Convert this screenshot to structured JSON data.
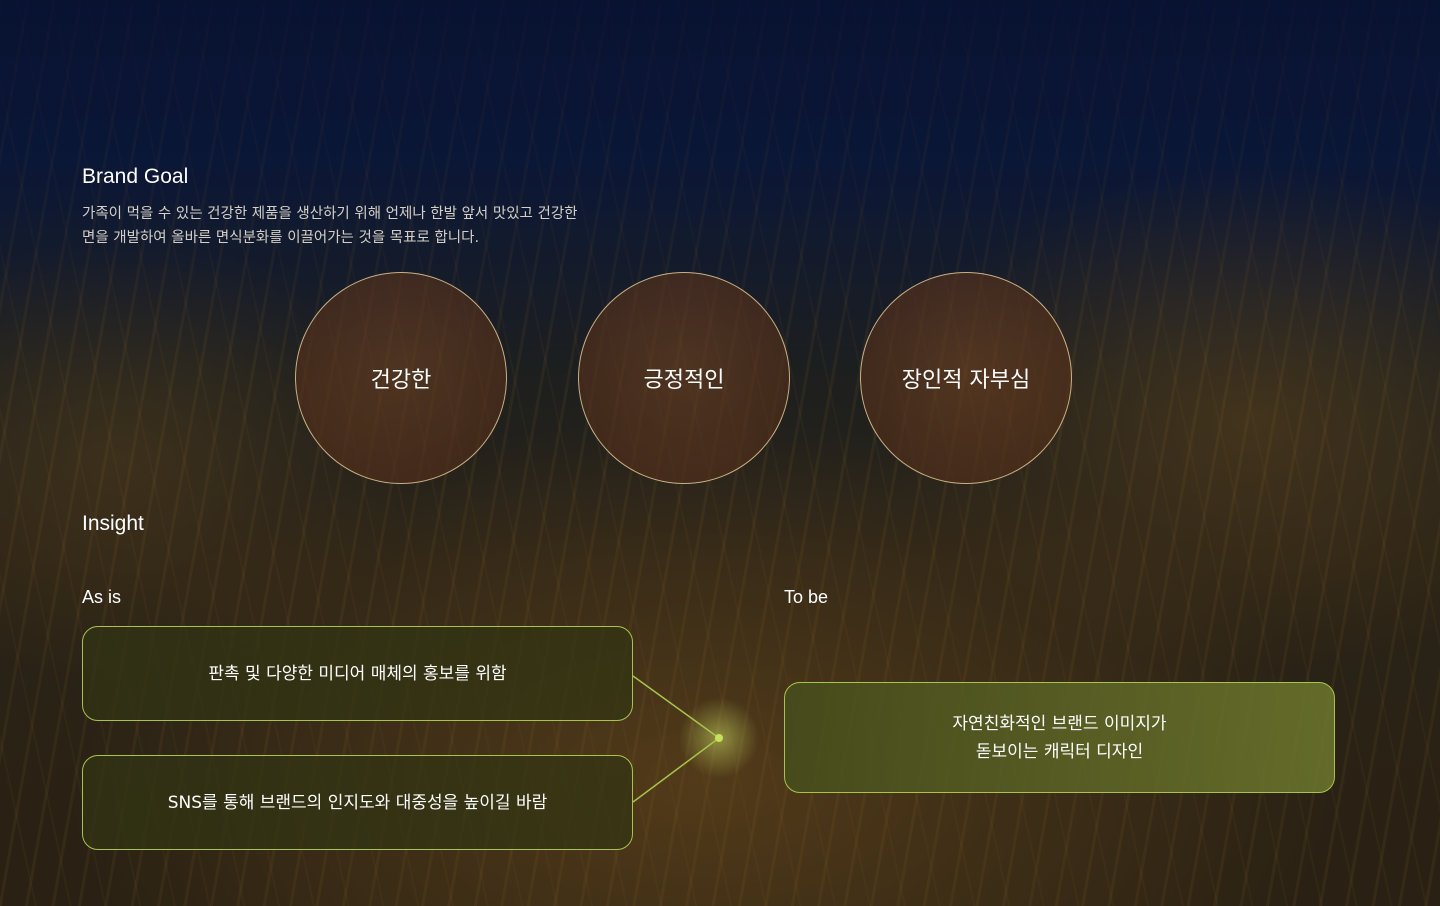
{
  "brand_goal": {
    "title": "Brand Goal",
    "description_line1": "가족이 먹을 수 있는 건강한 제품을 생산하기 위해 언제나 한발 앞서 맛있고 건강한",
    "description_line2": "면을 개발하여 올바른 면식분화를 이끌어가는 것을 목표로 합니다.",
    "values": [
      "건강한",
      "긍정적인",
      "장인적 자부심"
    ]
  },
  "insight": {
    "title": "Insight",
    "as_is": {
      "label": "As is",
      "items": [
        "판촉 및 다양한 미디어 매체의 홍보를 위함",
        "SNS를 통해 브랜드의 인지도와 대중성을 높이길 바람"
      ]
    },
    "to_be": {
      "label": "To be",
      "line1": "자연친화적인 브랜드 이미지가",
      "line2": "돋보이는 캐릭터 디자인"
    }
  },
  "colors": {
    "accent_green": "#a8c44e",
    "circle_border": "#e1c896"
  }
}
